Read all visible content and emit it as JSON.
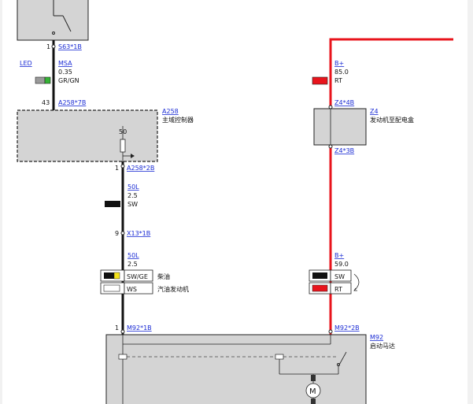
{
  "wires": {
    "left_top": {
      "pin": "1",
      "connector": "S63*1B"
    },
    "led_label": "LED",
    "msa": {
      "name": "MSA",
      "size": "0.35",
      "color": "GR/GN"
    },
    "a258_in": {
      "pin": "43",
      "connector": "A258*7B"
    },
    "a258": {
      "name": "A258",
      "desc": "主域控制器",
      "fuse": "50"
    },
    "a258_out": {
      "pin": "1",
      "connector": "A258*2B"
    },
    "w50l_1": {
      "name": "50L",
      "size": "2.5",
      "color": "SW"
    },
    "x13": {
      "pin": "9",
      "connector": "X13*1B"
    },
    "w50l_2": {
      "name": "50L",
      "size": "2.5"
    },
    "option_left": [
      {
        "code": "SW/GE",
        "desc": "柴油"
      },
      {
        "code": "WS",
        "desc": "汽油发动机"
      }
    ],
    "m92_left": {
      "pin": "1",
      "connector": "M92*1B"
    },
    "bplus_1": {
      "name": "B+",
      "size": "85.0",
      "color": "RT"
    },
    "z4_in": {
      "connector": "Z4*4B"
    },
    "z4": {
      "name": "Z4",
      "desc": "发动机至配电盒"
    },
    "z4_out": {
      "connector": "Z4*3B"
    },
    "bplus_2": {
      "name": "B+",
      "size": "59.0"
    },
    "option_right": [
      {
        "code": "SW"
      },
      {
        "code": "RT"
      }
    ],
    "m92_right": {
      "connector": "M92*2B"
    },
    "m92": {
      "name": "M92",
      "desc": "启动马达",
      "motor_symbol": "M"
    }
  },
  "colors": {
    "red_wire": "#e8141c",
    "black_wire": "#111111",
    "yellow": "#f4e21a",
    "green": "#35b335",
    "box_fill": "#d4d4d4"
  }
}
